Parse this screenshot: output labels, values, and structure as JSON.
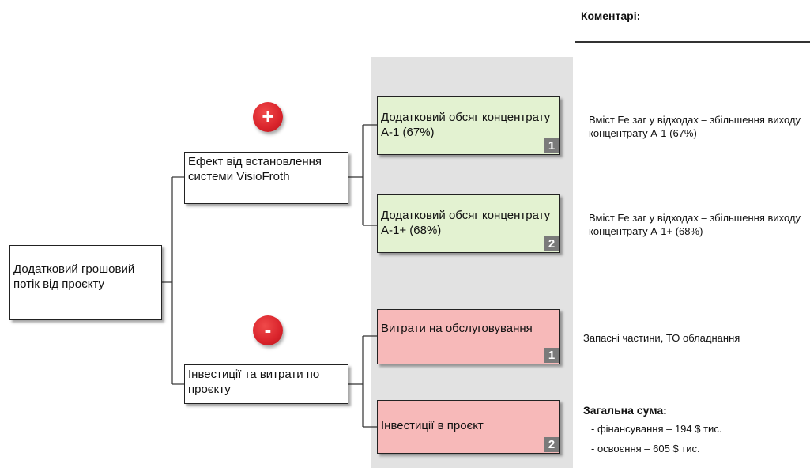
{
  "comments_header": "Коментарі:",
  "root": {
    "label": "Додатковий грошовий потік від проєкту"
  },
  "plus_badge": "+",
  "minus_badge": "-",
  "effect": {
    "label": "Ефект від встановлення системи VisioFroth",
    "items": [
      {
        "label": "Додатковий обсяг концентрату А-1 (67%)",
        "number": "1",
        "comment": "Вміст Fe заг у відходах – збільшення виходу концентрату А-1 (67%)"
      },
      {
        "label": "Додатковий обсяг концентрату А-1+ (68%)",
        "number": "2",
        "comment": "Вміст Fe заг у відходах – збільшення виходу концентрату А-1+ (68%)"
      }
    ]
  },
  "costs": {
    "label": "Інвестиції та витрати по проєкту",
    "items": [
      {
        "label": "Витрати на обслуговування",
        "number": "1",
        "comment": "Запасні частини, ТО обладнання"
      },
      {
        "label": "Інвестиції в проєкт",
        "number": "2"
      }
    ]
  },
  "total": {
    "title": "Загальна сума:",
    "financing": "- фінансування – 194 $ тис.",
    "development": "- освоєння – 605 $ тис."
  },
  "colors": {
    "positive_fill": "#e3f2d1",
    "negative_fill": "#f7b9b9",
    "badge": "#d9232b",
    "panel": "#e2e2e2"
  }
}
